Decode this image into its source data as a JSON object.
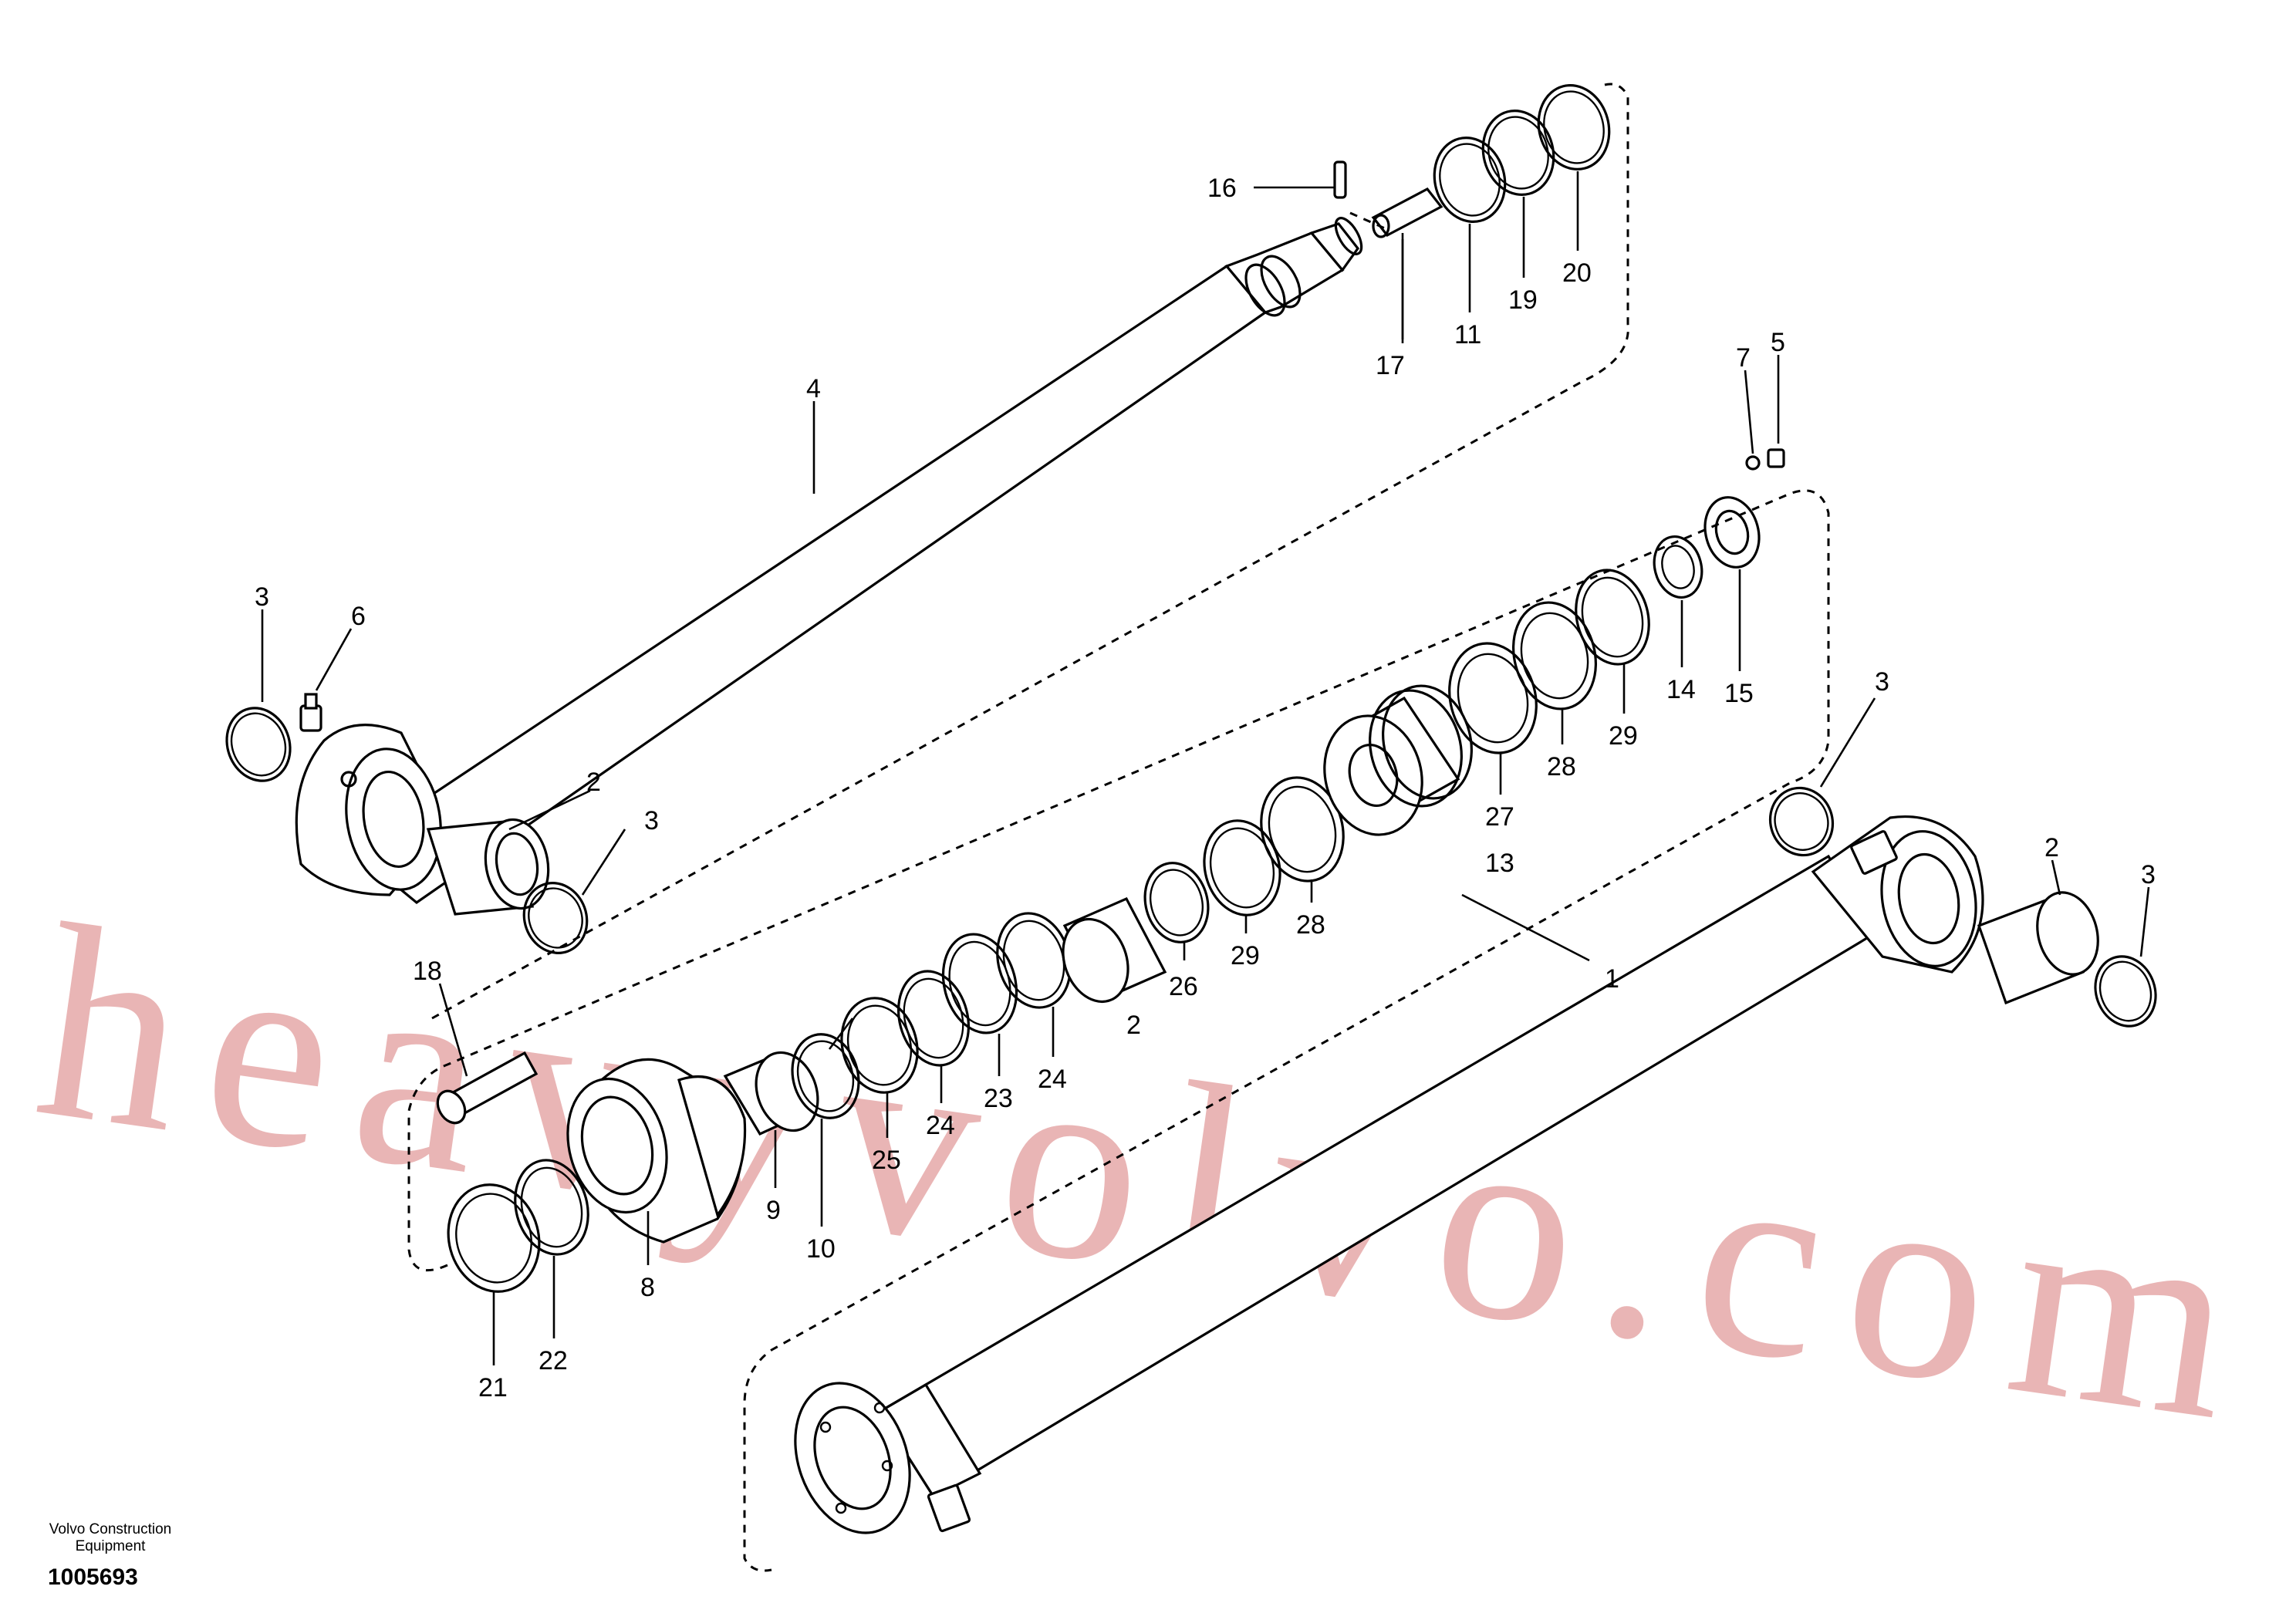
{
  "watermark": "heavyvolvo.com",
  "footer": {
    "maker_line1": "Volvo Construction",
    "maker_line2": "Equipment",
    "drawing_number": "1005693"
  },
  "callouts": [
    {
      "id": "c1",
      "text": "1"
    },
    {
      "id": "c2a",
      "text": "2"
    },
    {
      "id": "c2b",
      "text": "2"
    },
    {
      "id": "c2c",
      "text": "2"
    },
    {
      "id": "c3a",
      "text": "3"
    },
    {
      "id": "c3b",
      "text": "3"
    },
    {
      "id": "c3c",
      "text": "3"
    },
    {
      "id": "c3d",
      "text": "3"
    },
    {
      "id": "c4",
      "text": "4"
    },
    {
      "id": "c5",
      "text": "5"
    },
    {
      "id": "c6",
      "text": "6"
    },
    {
      "id": "c7",
      "text": "7"
    },
    {
      "id": "c8",
      "text": "8"
    },
    {
      "id": "c9",
      "text": "9"
    },
    {
      "id": "c10",
      "text": "10"
    },
    {
      "id": "c11",
      "text": "11"
    },
    {
      "id": "c13",
      "text": "13"
    },
    {
      "id": "c14",
      "text": "14"
    },
    {
      "id": "c15",
      "text": "15"
    },
    {
      "id": "c16",
      "text": "16"
    },
    {
      "id": "c17",
      "text": "17"
    },
    {
      "id": "c18",
      "text": "18"
    },
    {
      "id": "c19",
      "text": "19"
    },
    {
      "id": "c20",
      "text": "20"
    },
    {
      "id": "c21",
      "text": "21"
    },
    {
      "id": "c22",
      "text": "22"
    },
    {
      "id": "c23",
      "text": "23"
    },
    {
      "id": "c24a",
      "text": "24"
    },
    {
      "id": "c24b",
      "text": "24"
    },
    {
      "id": "c25",
      "text": "25"
    },
    {
      "id": "c26",
      "text": "26"
    },
    {
      "id": "c27",
      "text": "27"
    },
    {
      "id": "c28a",
      "text": "28"
    },
    {
      "id": "c28b",
      "text": "28"
    },
    {
      "id": "c29a",
      "text": "29"
    },
    {
      "id": "c29b",
      "text": "29"
    }
  ]
}
